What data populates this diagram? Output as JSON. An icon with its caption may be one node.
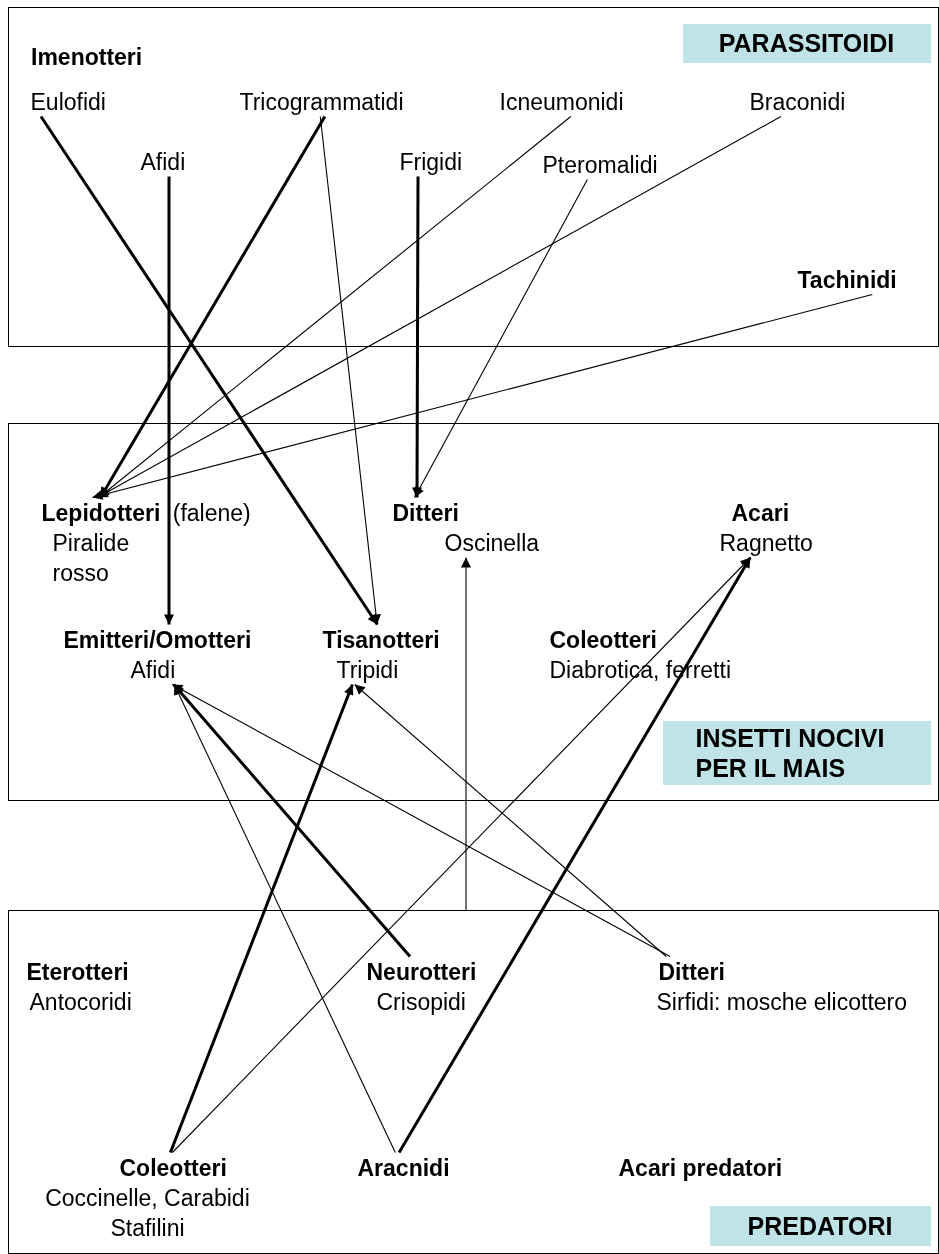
{
  "diagram": {
    "nodes": [
      {
        "text": [
          "PARASSITOIDI"
        ]
      },
      {
        "text": [
          "Eulofidi"
        ],
        "in": 0
      },
      {
        "text": [
          "Tricogrammatidi"
        ],
        "in": 0
      },
      {
        "text": [
          "Icneumonidi"
        ],
        "in": 0
      },
      {
        "text": [
          "Braconidi"
        ],
        "in": 0
      },
      {
        "text": [
          "Afidi"
        ],
        "in": 0
      },
      {
        "text": [
          "Frigidi"
        ],
        "in": 0
      },
      {
        "text": [
          "Pteromalidi"
        ],
        "in": 0
      },
      {
        "text": [
          "Tachinidi"
        ],
        "in": 0
      },
      {
        "text": [
          "INSETTI NOCIVI PER IL MAIS"
        ]
      },
      {
        "text": [
          "**Lepidotteri** (falene)",
          "Piralide rosso"
        ],
        "in": 9
      },
      {
        "text": [
          "Ditteri",
          "Oscinella"
        ],
        "in": 9
      },
      {
        "text": [
          "Acari",
          "Ragnetto"
        ],
        "in": 9
      },
      {
        "text": [
          "Emitteri/Omotteri",
          "Afidi"
        ],
        "in": 9
      },
      {
        "text": [
          "Tisanotteri",
          "Tripidi"
        ],
        "in": 9
      },
      {
        "text": [
          "Coleotteri",
          "Diabrotica, ferretti"
        ],
        "in": 9
      },
      {
        "text": [
          "PREDATORI"
        ]
      },
      {
        "text": [
          "Eterotteri",
          "Antocoridi"
        ],
        "in": 16
      },
      {
        "text": [
          "Neurotteri",
          "Crisopidi"
        ],
        "in": 16
      },
      {
        "text": [
          "Ditteri",
          "Sirfidi: mosche elicottero"
        ],
        "in": 16
      },
      {
        "text": [
          "Coleotteri",
          "Coccinelle, Carabidi Stafilini"
        ],
        "in": 16
      },
      {
        "text": [
          "Aracnidi"
        ],
        "in": 16
      },
      {
        "text": [
          "Acari predatori"
        ],
        "in": 16
      }
    ],
    "edges": [
      {
        "from": 1,
        "to": 14,
        "arrow": "to",
        "style": "thick"
      },
      {
        "from": 2,
        "to": 10,
        "arrow": "to",
        "style": "thick"
      },
      {
        "from": 2,
        "to": 14,
        "arrow": "to"
      },
      {
        "from": 3,
        "to": 10,
        "arrow": "to"
      },
      {
        "from": 4,
        "to": 10,
        "arrow": "to"
      },
      {
        "from": 8,
        "to": 10,
        "arrow": "to"
      },
      {
        "from": 5,
        "to": 13,
        "arrow": "to",
        "style": "thick"
      },
      {
        "from": 6,
        "to": 11,
        "arrow": "to",
        "style": "thick"
      },
      {
        "from": 7,
        "to": 11,
        "arrow": "to"
      },
      {
        "from": 18,
        "to": 13,
        "arrow": "to",
        "style": "thick"
      },
      {
        "from": 16,
        "to": 11,
        "arrow": "to"
      },
      {
        "from": 19,
        "to": 13,
        "arrow": "to"
      },
      {
        "from": 19,
        "to": 14,
        "arrow": "to"
      },
      {
        "from": 20,
        "to": 14,
        "arrow": "to",
        "style": "thick"
      },
      {
        "from": 20,
        "to": 12,
        "arrow": "to"
      },
      {
        "from": 21,
        "to": 13,
        "arrow": "to"
      },
      {
        "from": 21,
        "to": 12,
        "arrow": "to",
        "style": "thick"
      }
    ],
    "labels": [
      "Imenotteri"
    ]
  }
}
